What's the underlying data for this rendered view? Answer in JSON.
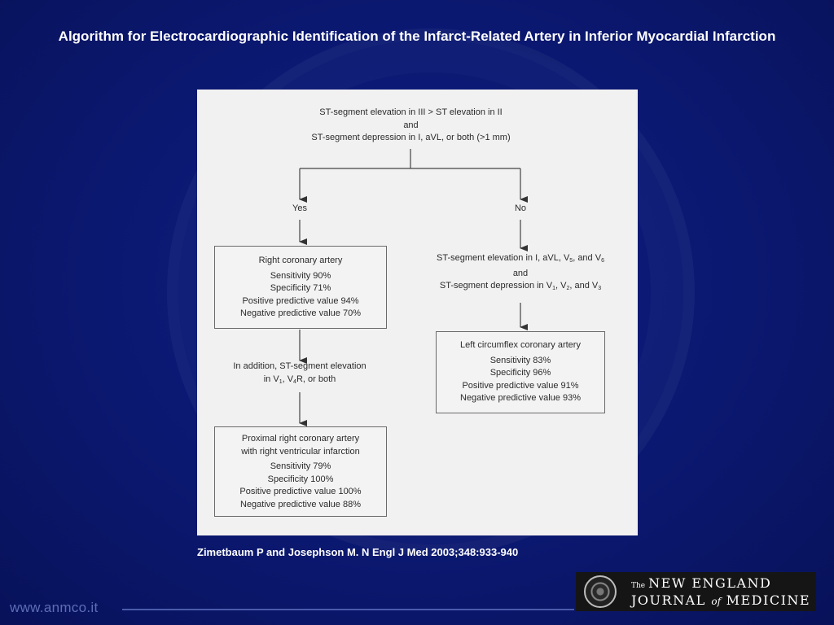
{
  "title": "Algorithm for Electrocardiographic Identification of the Infarct-Related Artery in Inferior Myocardial Infarction",
  "flowchart": {
    "root": {
      "line1": "ST-segment elevation in III > ST elevation in II",
      "line2": "and",
      "line3": "ST-segment depression in I, aVL, or both (>1 mm)"
    },
    "yes_label": "Yes",
    "no_label": "No",
    "rca_box": {
      "title": "Right coronary artery",
      "sensitivity": "Sensitivity 90%",
      "specificity": "Specificity 71%",
      "ppv": "Positive predictive value 94%",
      "npv": "Negative predictive value 70%"
    },
    "addition": {
      "line1": "In addition, ST-segment elevation",
      "line2_prefix": "in V",
      "sub1": "1",
      "mid": ", V",
      "sub2": "4",
      "line2_suffix": "R, or both"
    },
    "proximal_box": {
      "title_line1": "Proximal right coronary artery",
      "title_line2": "with right ventricular infarction",
      "sensitivity": "Sensitivity 79%",
      "specificity": "Specificity 100%",
      "ppv": "Positive predictive value 100%",
      "npv": "Negative predictive value 88%"
    },
    "no_criteria": {
      "line1_prefix": "ST-segment elevation in I, aVL, V",
      "sub_a": "5",
      "line1_mid": ", and V",
      "sub_b": "6",
      "line2": "and",
      "line3_prefix": "ST-segment depression in V",
      "sub_c": "1",
      "line3_mid1": ", V",
      "sub_d": "2",
      "line3_mid2": ", and V",
      "sub_e": "3"
    },
    "lcx_box": {
      "title": "Left circumflex coronary artery",
      "sensitivity": "Sensitivity 83%",
      "specificity": "Specificity 96%",
      "ppv": "Positive predictive value 91%",
      "npv": "Negative predictive value 93%"
    }
  },
  "citation": "Zimetbaum P and Josephson M. N Engl J Med 2003;348:933-940",
  "footer_url": "www.anmco.it",
  "journal_logo": {
    "the": "The",
    "line1": "NEW ENGLAND",
    "line2_a": "JOURNAL",
    "line2_of": "of",
    "line2_b": "MEDICINE"
  },
  "colors": {
    "background": "#0b1870",
    "panel": "#f2f1f1",
    "title_text": "#ffffff",
    "footer_url": "#5c6db5"
  }
}
